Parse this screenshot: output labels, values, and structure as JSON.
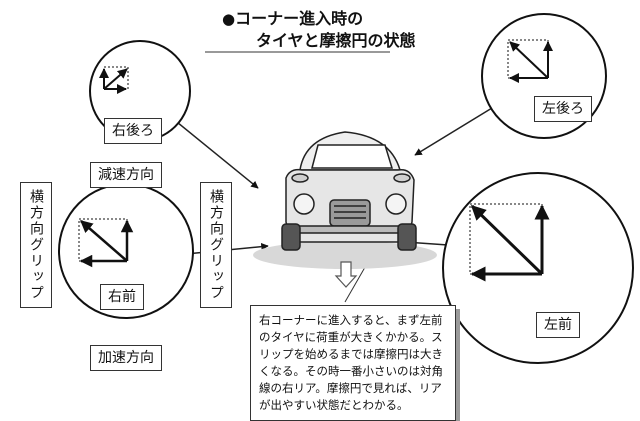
{
  "title": {
    "bullet": "●",
    "line1": "コーナー進入時の",
    "line2": "タイヤと摩擦円の状態"
  },
  "tires": {
    "rear_right": "右後ろ",
    "rear_left": "左後ろ",
    "front_right": "右前",
    "front_left": "左前"
  },
  "directions": {
    "deceleration": "減速方向",
    "acceleration": "加速方向",
    "lateral_grip_left": "横方向グリップ",
    "lateral_grip_right": "横方向グリップ"
  },
  "caption": "右コーナーに進入すると、まず左前のタイヤに荷重が大きくかかる。スリップを始めるまでは摩擦円は大きくなる。その時一番小さいのは対角線の右リア。摩擦円で見れば、リアが出やすい状態だとわかる。"
}
